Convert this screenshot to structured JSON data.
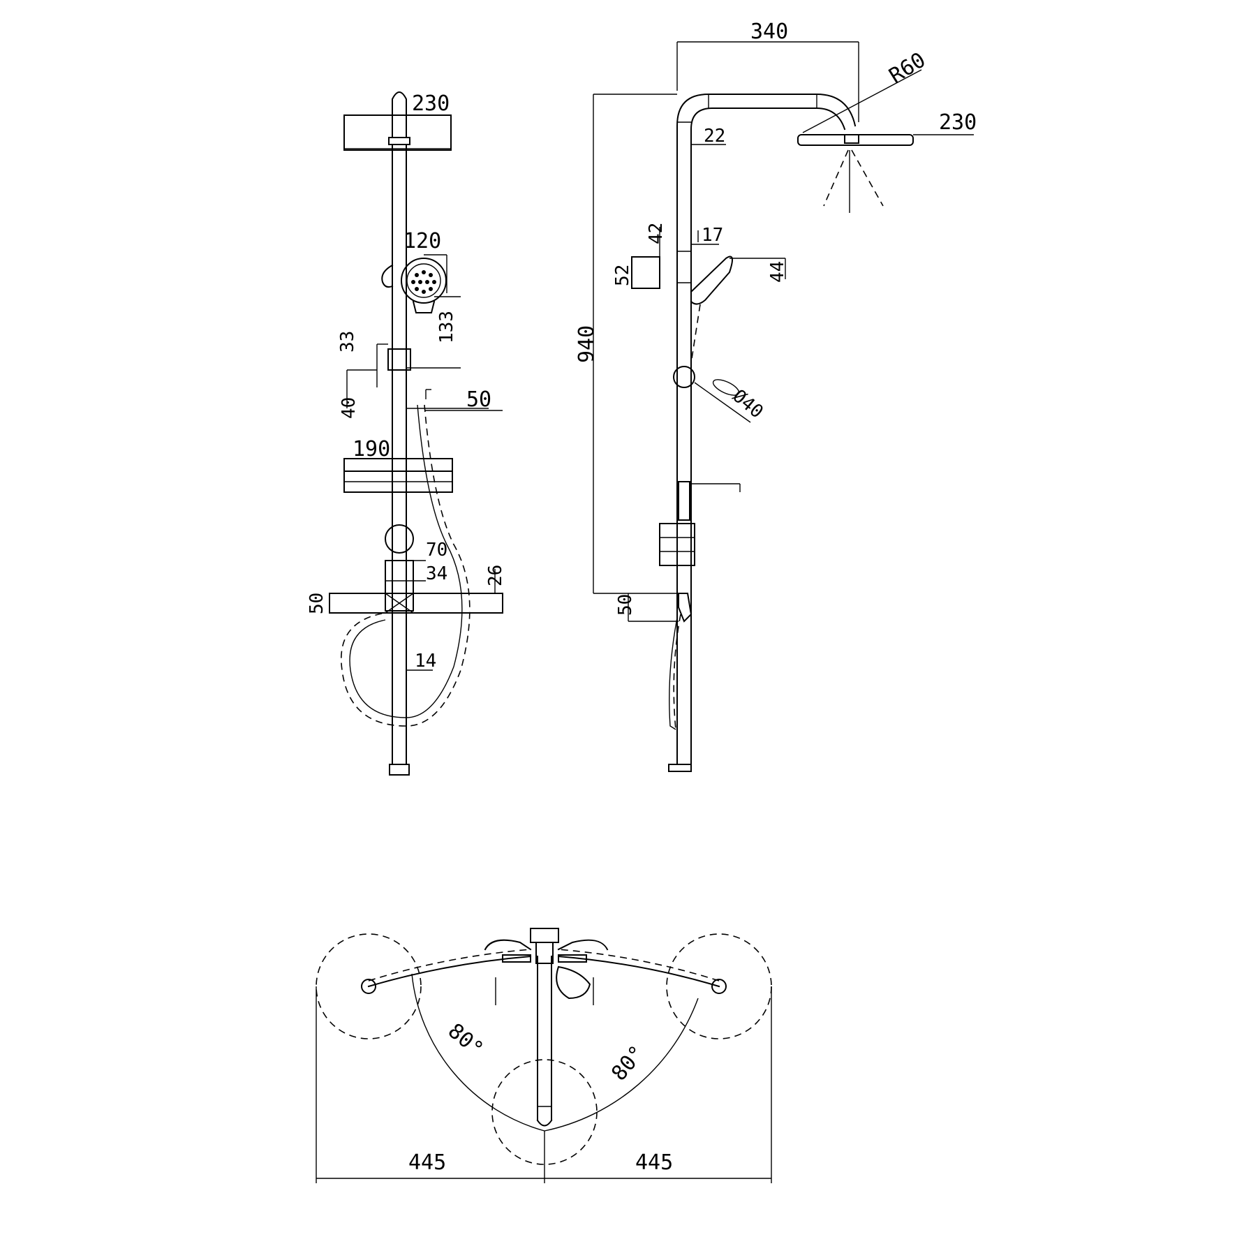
{
  "front_view": {
    "dim_head_width": "230",
    "dim_handshower": "120",
    "dim_handshower_height": "133",
    "dim_slider": "33",
    "dim_slider_gap": "40",
    "dim_hose": "50",
    "dim_shelf": "190",
    "dim_mixer_70": "70",
    "dim_mixer_34": "34",
    "dim_mixer_26": "26",
    "dim_mixer_50": "50",
    "dim_pipe": "14"
  },
  "side_view": {
    "dim_arm_length": "340",
    "dim_bend_radius": "R60",
    "dim_head_width": "230",
    "dim_pipe_top": "22",
    "dim_holder_42": "42",
    "dim_pipe_mid": "17",
    "dim_holder_52": "52",
    "dim_handle_44": "44",
    "dim_total_height": "940",
    "dim_knob": "Ø40",
    "dim_mixer_50": "50"
  },
  "top_view": {
    "dim_angle_left": "80°",
    "dim_angle_right": "80°",
    "dim_span_left": "445",
    "dim_span_right": "445"
  }
}
